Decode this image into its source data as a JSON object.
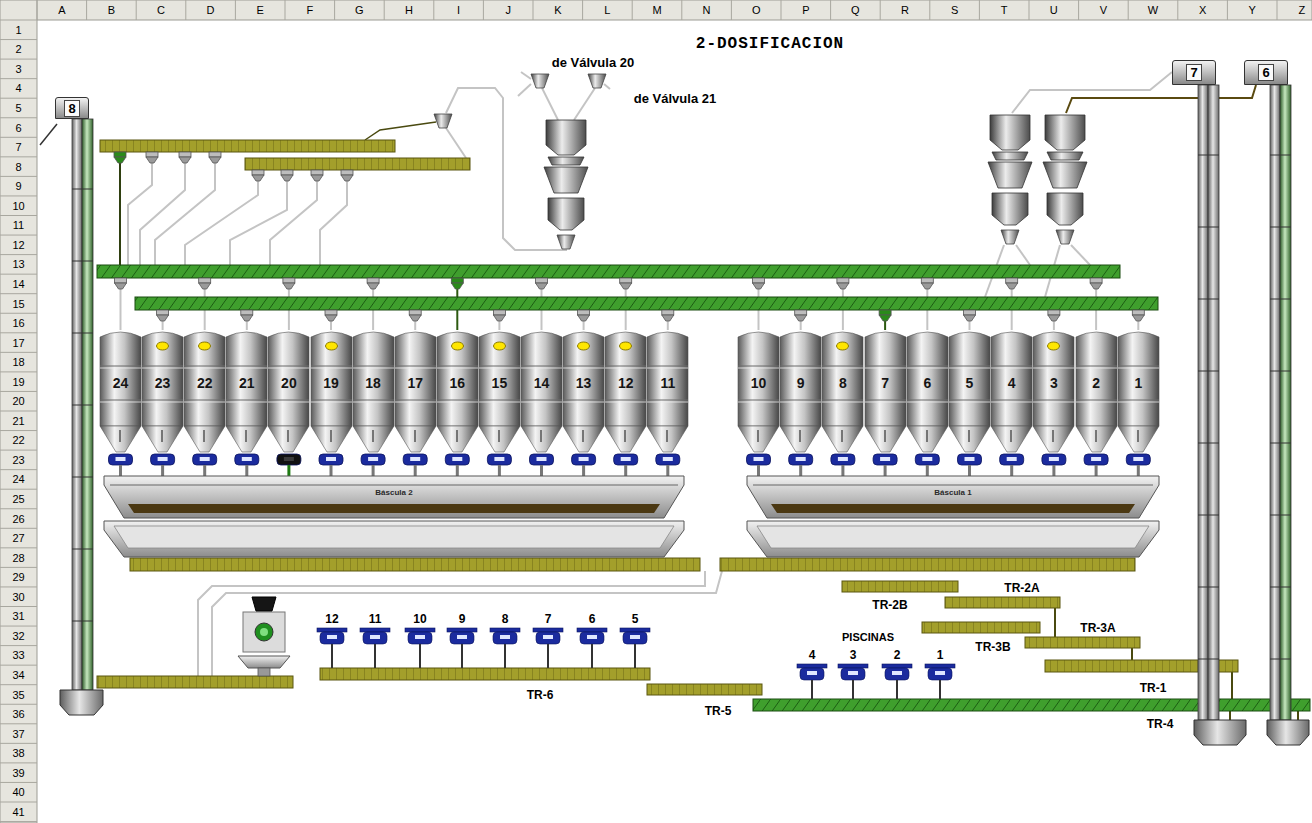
{
  "diagram": {
    "title": "2-DOSIFICACION",
    "nodes": [
      {
        "text": [
          "8"
        ]
      },
      {
        "text": [
          "7"
        ]
      },
      {
        "text": [
          "6"
        ]
      },
      {
        "text": [
          "24"
        ]
      },
      {
        "text": [
          "23"
        ]
      },
      {
        "text": [
          "22"
        ]
      },
      {
        "text": [
          "21"
        ]
      },
      {
        "text": [
          "20"
        ]
      },
      {
        "text": [
          "19"
        ]
      },
      {
        "text": [
          "18"
        ]
      },
      {
        "text": [
          "17"
        ]
      },
      {
        "text": [
          "16"
        ]
      },
      {
        "text": [
          "15"
        ]
      },
      {
        "text": [
          "14"
        ]
      },
      {
        "text": [
          "13"
        ]
      },
      {
        "text": [
          "12"
        ]
      },
      {
        "text": [
          "11"
        ]
      },
      {
        "text": [
          "10"
        ]
      },
      {
        "text": [
          "9"
        ]
      },
      {
        "text": [
          "8"
        ]
      },
      {
        "text": [
          "7"
        ]
      },
      {
        "text": [
          "6"
        ]
      },
      {
        "text": [
          "5"
        ]
      },
      {
        "text": [
          "4"
        ]
      },
      {
        "text": [
          "3"
        ]
      },
      {
        "text": [
          "2"
        ]
      },
      {
        "text": [
          "1"
        ]
      },
      {
        "text": [
          "Báscula 2"
        ]
      },
      {
        "text": [
          "Báscula 1"
        ]
      }
    ],
    "labels": [
      "A",
      "B",
      "C",
      "D",
      "E",
      "F",
      "G",
      "H",
      "I",
      "J",
      "K",
      "L",
      "M",
      "N",
      "O",
      "P",
      "Q",
      "R",
      "S",
      "T",
      "U",
      "V",
      "W",
      "X",
      "Y",
      "Z",
      "1",
      "2",
      "3",
      "4",
      "5",
      "6",
      "7",
      "8",
      "9",
      "10",
      "11",
      "12",
      "13",
      "14",
      "15",
      "16",
      "17",
      "18",
      "19",
      "20",
      "21",
      "22",
      "23",
      "24",
      "25",
      "26",
      "27",
      "28",
      "29",
      "30",
      "31",
      "32",
      "33",
      "34",
      "35",
      "36",
      "37",
      "38",
      "39",
      "40",
      "41",
      "de Válvula 20",
      "de Válvula 21",
      "12",
      "11",
      "10",
      "9",
      "8",
      "7",
      "6",
      "5",
      "TR-6",
      "TR-5",
      "PISCINAS",
      "4",
      "3",
      "2",
      "1",
      "TR-2B",
      "TR-2A",
      "TR-3B",
      "TR-3A",
      "TR-1",
      "TR-4"
    ]
  }
}
